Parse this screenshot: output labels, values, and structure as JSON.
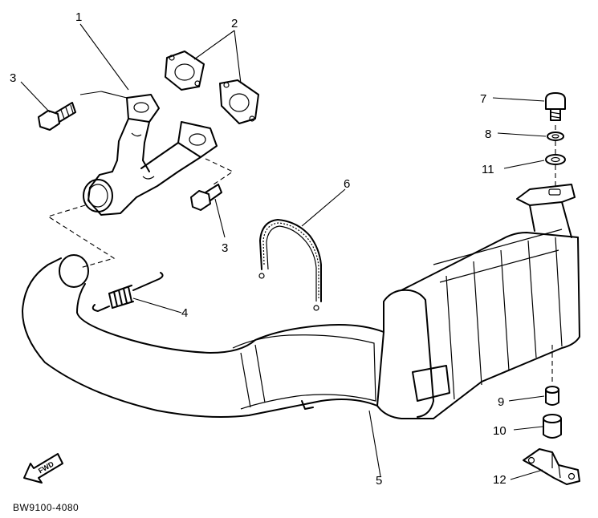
{
  "diagram": {
    "callouts": [
      {
        "id": "1",
        "text": "1"
      },
      {
        "id": "2",
        "text": "2"
      },
      {
        "id": "3a",
        "text": "3"
      },
      {
        "id": "3b",
        "text": "3"
      },
      {
        "id": "4",
        "text": "4"
      },
      {
        "id": "5",
        "text": "5"
      },
      {
        "id": "6",
        "text": "6"
      },
      {
        "id": "7",
        "text": "7"
      },
      {
        "id": "8",
        "text": "8"
      },
      {
        "id": "9",
        "text": "9"
      },
      {
        "id": "10",
        "text": "10"
      },
      {
        "id": "11",
        "text": "11"
      },
      {
        "id": "12",
        "text": "12"
      }
    ],
    "drawing_code": "BW9100-4080",
    "direction_arrow": "FWD",
    "icons": {
      "direction": "forward-arrow-icon"
    },
    "colors": {
      "ink": "#000000",
      "paper": "#ffffff"
    }
  }
}
